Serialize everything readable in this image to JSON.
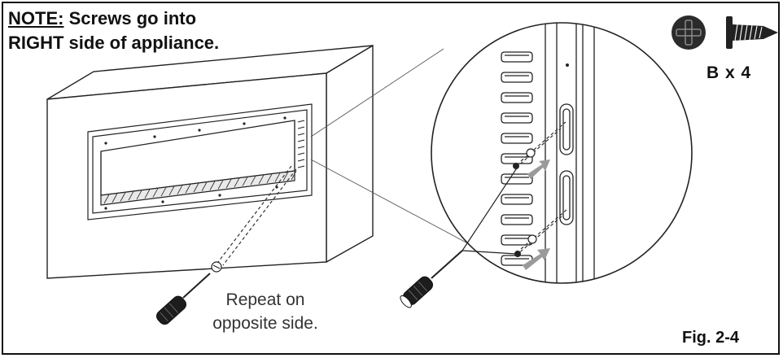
{
  "note": {
    "label": "NOTE:",
    "line1_rest": " Screws go into",
    "line2": "RIGHT side of appliance."
  },
  "hardware": {
    "quantity_label": "B x 4",
    "icons": [
      "phillips-screw-head-icon",
      "screw-side-view-icon"
    ]
  },
  "instruction": {
    "line1": "Repeat on",
    "line2": "opposite side."
  },
  "figure": {
    "label": "Fig. 2-4"
  },
  "colors": {
    "line": "#222222",
    "arrow": "#9a9a9a",
    "screw_head": "#2b2b2b"
  }
}
